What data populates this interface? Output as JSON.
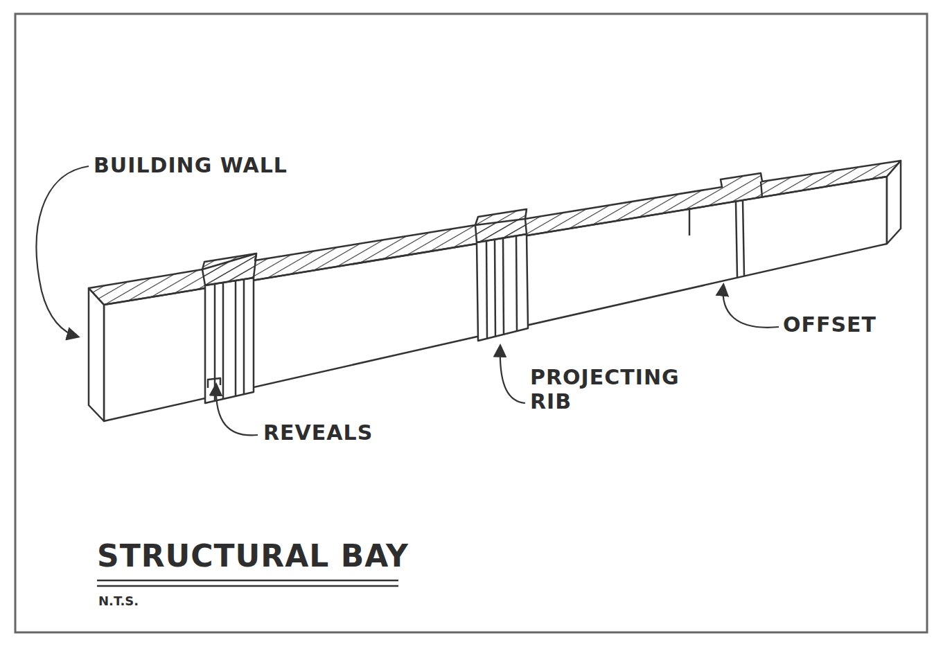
{
  "diagram": {
    "title": "STRUCTURAL BAY",
    "labels": [
      "BUILDING WALL",
      "REVEALS",
      "PROJECTING RIB",
      "OFFSET",
      "N.T.S."
    ]
  }
}
